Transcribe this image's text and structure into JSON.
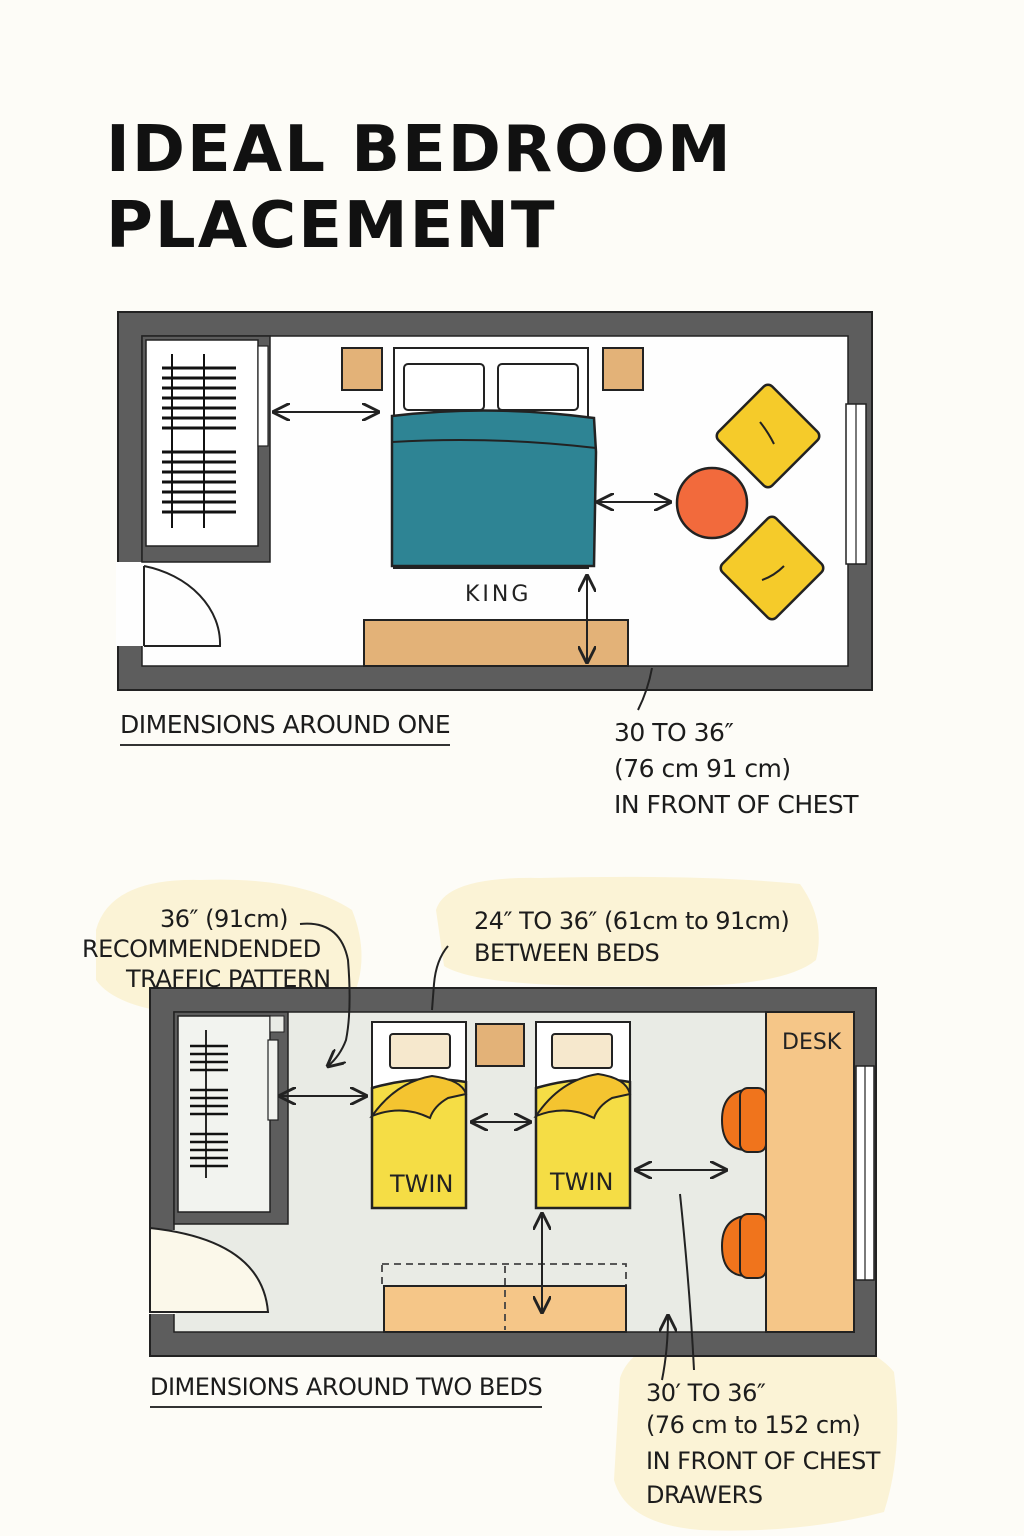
{
  "title": {
    "line1": "IDEAL BEDROOM",
    "line2": "PLACEMENT"
  },
  "plan_one": {
    "bed_label": "KING",
    "caption": "DIMENSIONS AROUND ONE",
    "note": {
      "line1": "30 TO 36″",
      "line2": "(76 cm 91 cm)",
      "line3": "IN FRONT OF CHEST"
    }
  },
  "plan_two": {
    "bed_label_left": "TWIN",
    "bed_label_right": "TWIN",
    "desk_label": "DESK",
    "caption": "DIMENSIONS AROUND TWO BEDS",
    "traffic_note": {
      "line1": "36″ (91cm)",
      "line2": "RECOMMENDENDED",
      "line3": "TRAFFIC PATTERN"
    },
    "between_note": {
      "line1": "24″ TO 36″ (61cm to 91cm)",
      "line2": "BETWEEN BEDS"
    },
    "chest_note": {
      "line1": "30′ TO 36″",
      "line2": "(76 cm to 152 cm)",
      "line3": "IN FRONT OF CHEST",
      "line4": "DRAWERS"
    }
  },
  "colors": {
    "wall": "#5d5d5d",
    "king_bed": "#2e8494",
    "twin_bed": "#f5dd45",
    "nightstand": "#e3b278",
    "chair": "#f5cb2a",
    "side_table": "#f26a3c",
    "desk": "#f5c688",
    "desk_chair": "#f0741c",
    "note_bubble": "#fbf3d6",
    "floor_two": "#e9ebe5"
  }
}
